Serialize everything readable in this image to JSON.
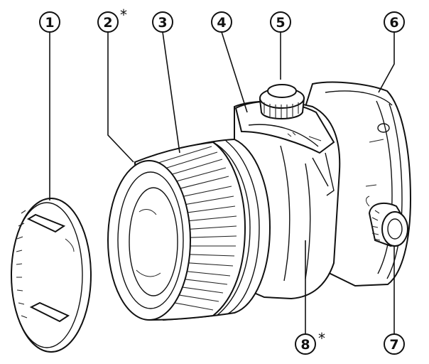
{
  "callouts": [
    {
      "id": "1",
      "num": "1",
      "asterisk": ""
    },
    {
      "id": "2",
      "num": "2",
      "asterisk": "*"
    },
    {
      "id": "3",
      "num": "3",
      "asterisk": ""
    },
    {
      "id": "4",
      "num": "4",
      "asterisk": ""
    },
    {
      "id": "5",
      "num": "5",
      "asterisk": ""
    },
    {
      "id": "6",
      "num": "6",
      "asterisk": ""
    },
    {
      "id": "7",
      "num": "7",
      "asterisk": ""
    },
    {
      "id": "8",
      "num": "8",
      "asterisk": "*"
    }
  ]
}
